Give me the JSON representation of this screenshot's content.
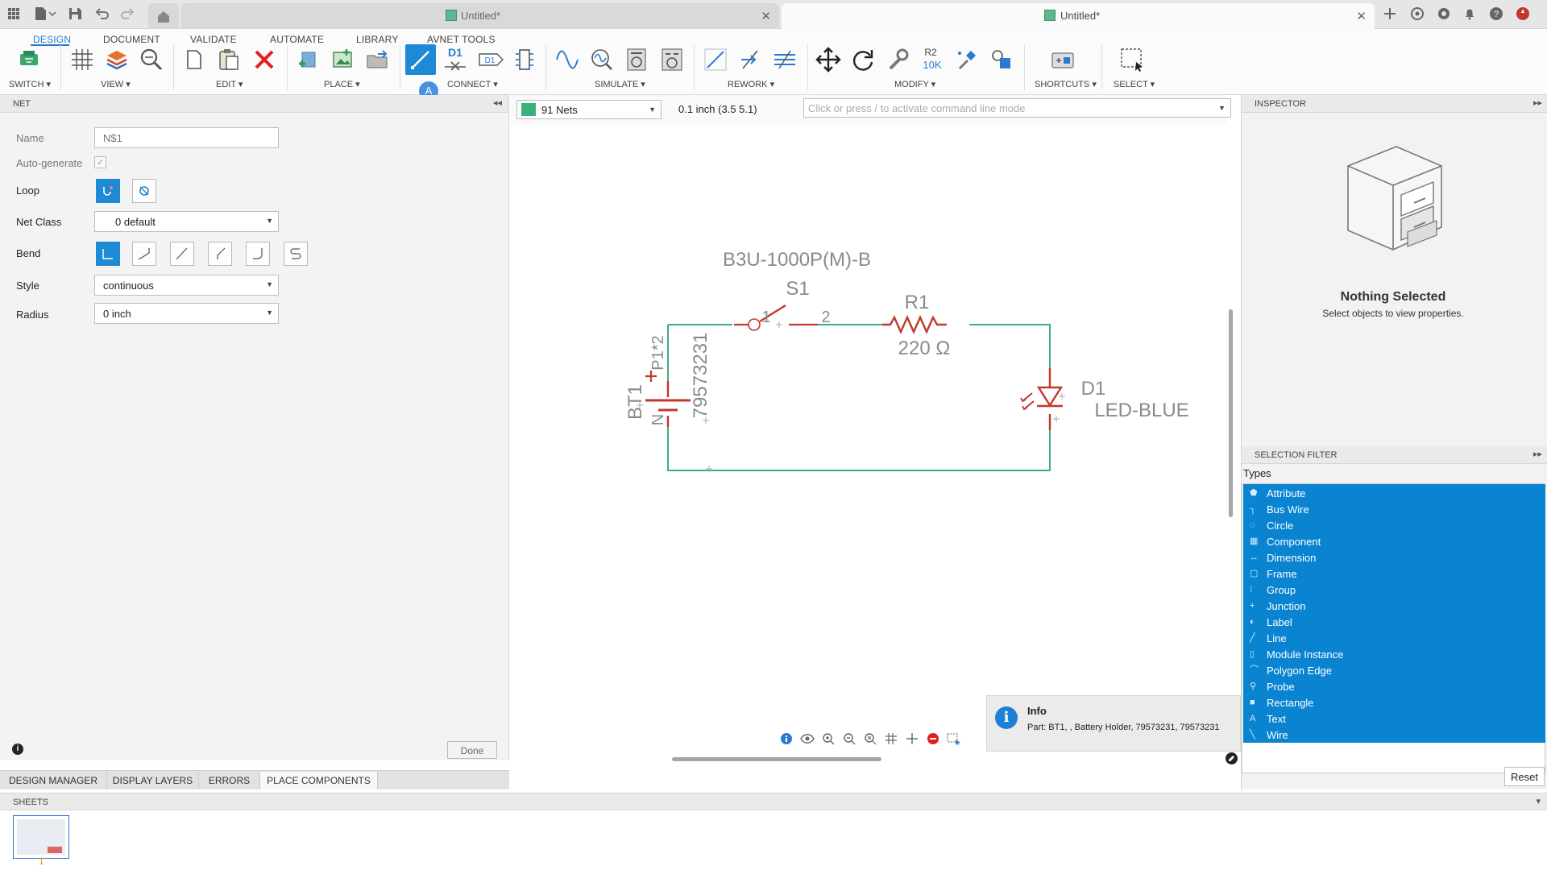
{
  "titlebar": {
    "tabs": [
      {
        "label": "Untitled*",
        "active": false
      },
      {
        "label": "Untitled*",
        "active": true
      }
    ]
  },
  "ribbon": {
    "workspace_tabs": [
      "DESIGN",
      "DOCUMENT",
      "VALIDATE",
      "AUTOMATE",
      "LIBRARY",
      "AVNET TOOLS"
    ],
    "active_tab": "DESIGN",
    "groups": [
      "SWITCH",
      "VIEW",
      "EDIT",
      "PLACE",
      "CONNECT",
      "SIMULATE",
      "REWORK",
      "MODIFY",
      "SHORTCUTS",
      "SELECT"
    ],
    "dropdown_glyph": "▾",
    "user_badge": "A",
    "connect_d1": "D1",
    "modify_r2": "R2",
    "modify_10k": "10K"
  },
  "net_panel": {
    "header": "NET",
    "name_label": "Name",
    "name_placeholder": "N$1",
    "auto_generate_label": "Auto-generate",
    "loop_label": "Loop",
    "net_class_label": "Net Class",
    "net_class_value": "0 default",
    "bend_label": "Bend",
    "style_label": "Style",
    "style_value": "continuous",
    "radius_label": "Radius",
    "radius_value": "0 inch",
    "done_button": "Done"
  },
  "canvas_toolbar": {
    "nets_dropdown": "91 Nets",
    "grid_readout": "0.1 inch (3.5 5.1)",
    "command_placeholder": "Click or press / to activate command line mode"
  },
  "schematic": {
    "switch_part": "B3U-1000P(M)-B",
    "switch_name": "S1",
    "switch_pin1": "1",
    "switch_pin2": "2",
    "resistor_name": "R1",
    "resistor_value": "220 Ω",
    "battery_name": "BT1",
    "battery_pin_p": "P1*2",
    "battery_pin_n": "N",
    "battery_value": "79573231",
    "led_name": "D1",
    "led_value": "LED-BLUE",
    "wire_color": "#3ab07b",
    "part_color": "#c0392b"
  },
  "info_toast": {
    "title": "Info",
    "text": "Part: BT1, , Battery Holder, 79573231, 79573231"
  },
  "inspector": {
    "header": "INSPECTOR",
    "empty_title": "Nothing Selected",
    "empty_subtitle": "Select objects to view properties."
  },
  "selection_filter": {
    "header": "SELECTION FILTER",
    "types_label": "Types",
    "items": [
      "Attribute",
      "Bus Wire",
      "Circle",
      "Component",
      "Dimension",
      "Frame",
      "Group",
      "Junction",
      "Label",
      "Line",
      "Module Instance",
      "Polygon Edge",
      "Probe",
      "Rectangle",
      "Text",
      "Wire"
    ],
    "reset_button": "Reset",
    "selected_color": "#0a84d0"
  },
  "bottom_tabs": [
    "DESIGN MANAGER",
    "DISPLAY LAYERS",
    "ERRORS",
    "PLACE COMPONENTS"
  ],
  "active_bottom_tab": "PLACE COMPONENTS",
  "sheets": {
    "header": "SHEETS",
    "thumbnails": [
      {
        "number": "1"
      }
    ]
  }
}
